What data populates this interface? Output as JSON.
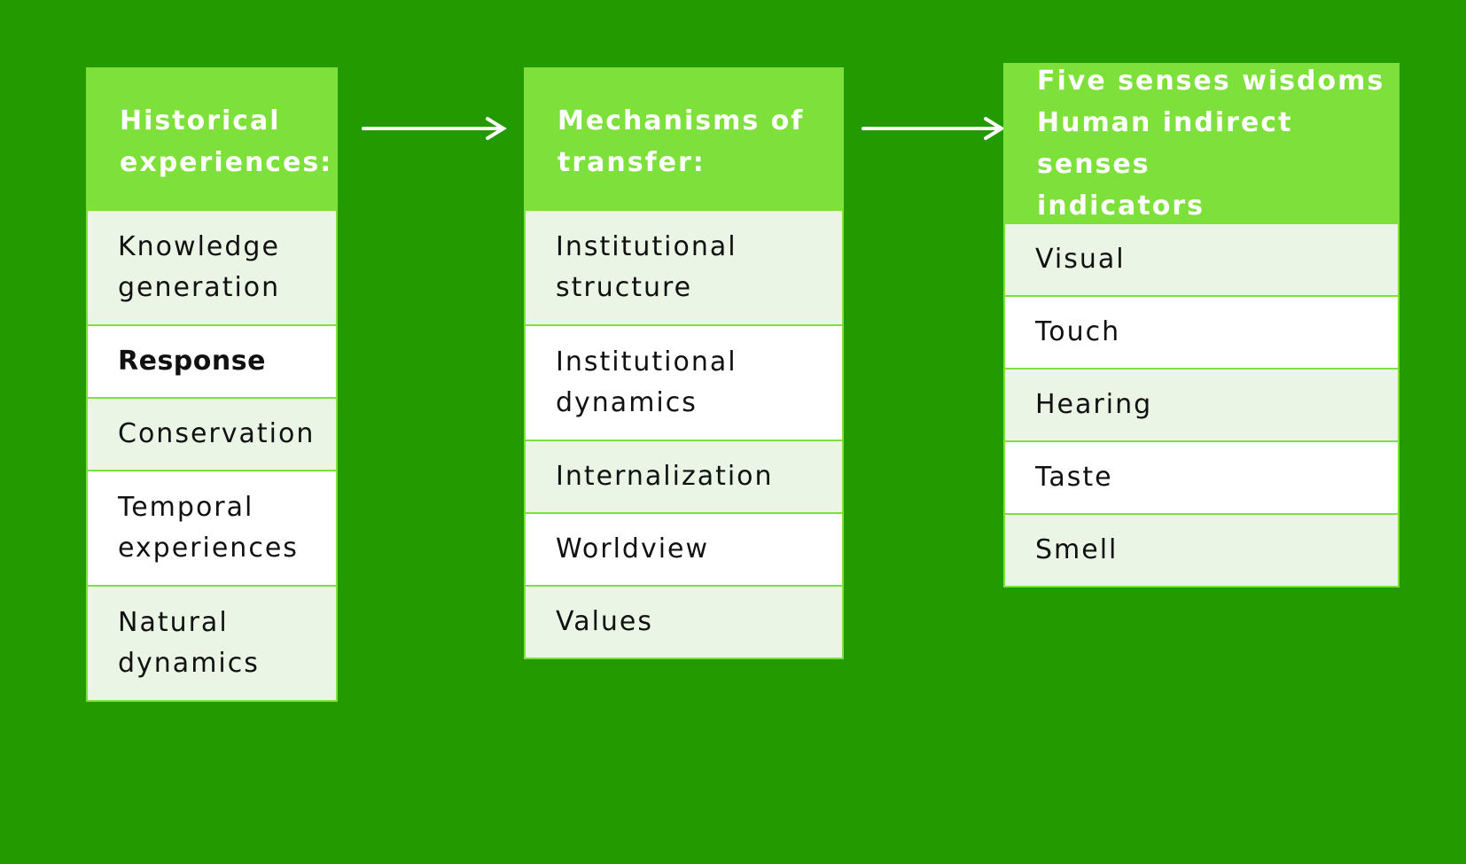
{
  "columns": [
    {
      "header": "Historical\nexperiences:",
      "items": [
        "Knowledge\ngeneration",
        "Response",
        "Conservation",
        "Temporal\nexperiences",
        "Natural\ndynamics"
      ]
    },
    {
      "header": "Mechanisms of\ntransfer:",
      "items": [
        "Institutional\nstructure",
        "Institutional\ndynamics",
        "Internalization",
        "Worldview",
        "Values"
      ]
    },
    {
      "header": "Five senses wisdoms\nHuman indirect senses\nindicators",
      "items": [
        "Visual",
        "Touch",
        "Hearing",
        "Taste",
        "Smell"
      ]
    }
  ],
  "colors": {
    "background": "#229a00",
    "header": "#7ee03a",
    "row_light": "#eaf5e6",
    "row_white": "#ffffff",
    "arrow": "#ffffff"
  }
}
